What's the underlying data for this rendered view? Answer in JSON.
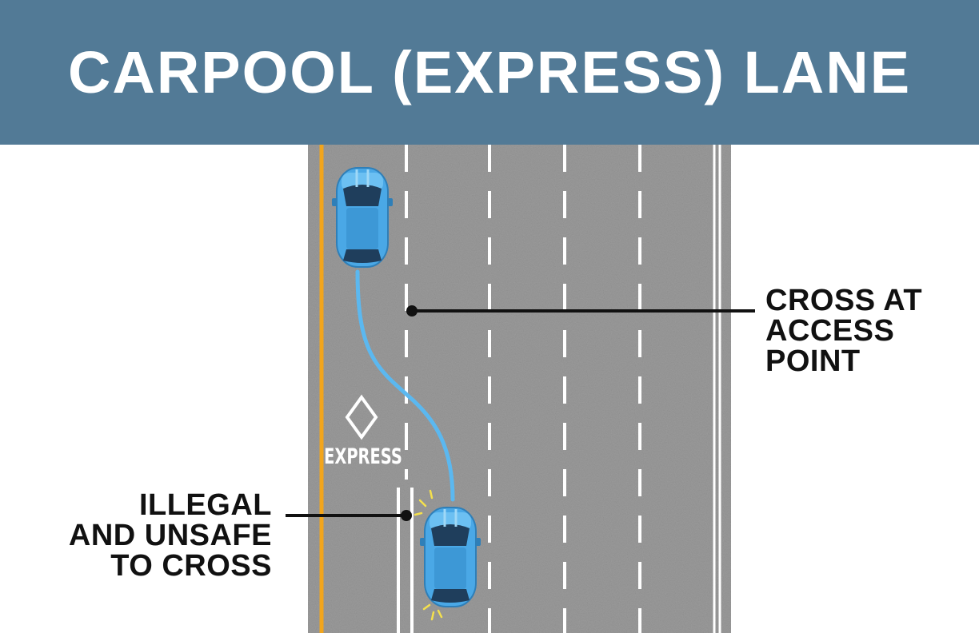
{
  "header": {
    "title": "CARPOOL (EXPRESS) LANE",
    "background": "#527a96",
    "text_color": "#ffffff"
  },
  "road": {
    "surface_color": "#9b9b9b",
    "yellow_line_color": "#f2a51c",
    "marking_color": "#ffffff",
    "lane_sign_icon": "diamond-icon",
    "lane_sign_text": "EXPRESS"
  },
  "cars": {
    "color": "#4aa8e6",
    "path_color": "#5bb8f0"
  },
  "callouts": {
    "access_point": [
      "CROSS AT",
      "ACCESS",
      "POINT"
    ],
    "illegal": [
      "ILLEGAL",
      "AND UNSAFE",
      "TO CROSS"
    ]
  }
}
